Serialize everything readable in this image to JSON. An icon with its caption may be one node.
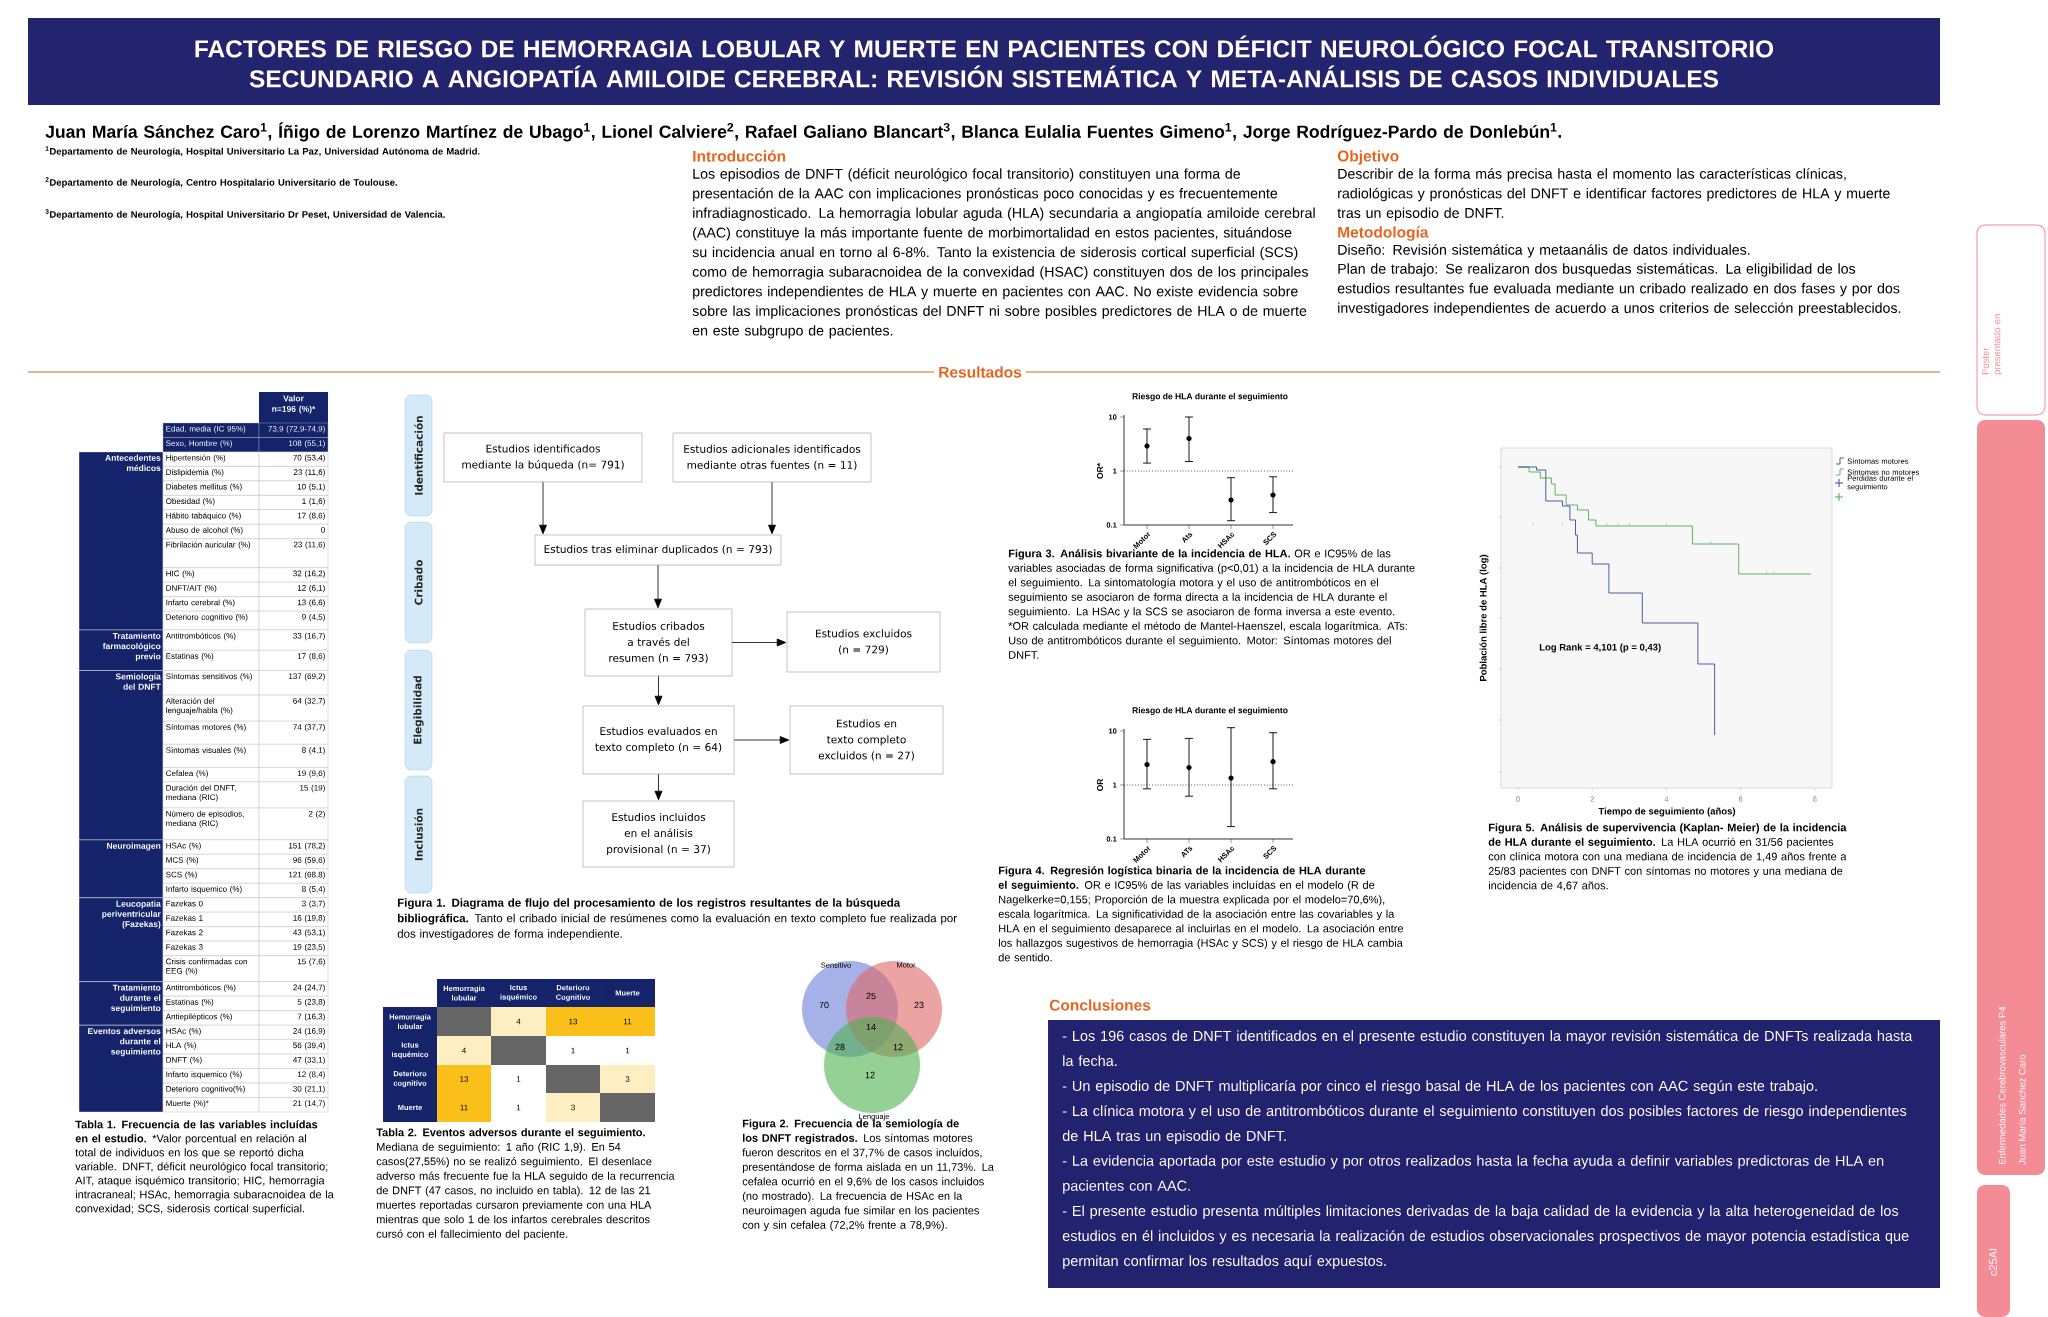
{
  "diagram": {
    "title": "FACTORES DE RIESGO DE HEMORRAGIA LOBULAR Y MUERTE EN PACIENTES CON DÉFICIT NEUROLÓGICO FOCAL TRANSITORIO SECUNDARIO A ANGIOPATÍA AMILOIDE CEREBRAL: REVISIÓN SISTEMÁTICA Y META-ANÁLISIS DE CASOS INDIVIDUALES",
    "nodes": [
      {
        "text": [
          "Estudios identificados mediante la búqueda (n= 791)"
        ]
      },
      {
        "text": [
          "Estudios adicionales identificados mediante otras fuentes (n = 11)"
        ]
      },
      {
        "text": [
          "Estudios tras eliminar duplicados (n = 793)"
        ]
      },
      {
        "text": [
          "Estudios cribados a través del resumen (n = 793)"
        ]
      },
      {
        "text": [
          "Estudios excluidos (n = 729)"
        ]
      },
      {
        "text": [
          "Estudios evaluados en texto completo (n = 64)"
        ]
      },
      {
        "text": [
          "Estudios en texto completo excluidos (n = 27)"
        ]
      },
      {
        "text": [
          "Estudios incluidos en el análisis provisional (n = 37)"
        ]
      },
      {
        "text": [
          "Identificación"
        ]
      },
      {
        "text": [
          "Cribado"
        ]
      },
      {
        "text": [
          "Elegibilidad"
        ]
      },
      {
        "text": [
          "Inclusión"
        ]
      }
    ],
    "edges": [
      {
        "from": 0,
        "to": 2,
        "arrow": "to"
      },
      {
        "from": 1,
        "to": 2,
        "arrow": "to"
      },
      {
        "from": 2,
        "to": 3,
        "arrow": "to"
      },
      {
        "from": 3,
        "to": 4,
        "arrow": "to"
      },
      {
        "from": 3,
        "to": 5,
        "arrow": "to"
      },
      {
        "from": 5,
        "to": 6,
        "arrow": "to"
      },
      {
        "from": 5,
        "to": 7,
        "arrow": "to"
      }
    ],
    "labels": [
      "Juan María Sánchez Caro$^{1}$, Íñigo de Lorenzo Martínez de Ubago$^{1}$, Lionel Calviere$^{2}$, Rafael Galiano Blancart$^{3}$, Blanca Eulalia Fuentes Gimeno$^{1}$, Jorge Rodríguez-Pardo de Donlebún$^{1}$.",
      "$^{1}$Departamento de Neurología, Hospital Universitario La Paz, Universidad Autónoma de Madrid.",
      "$^{2}$Departamento de Neurología, Centro Hospitalario Universitario de Toulouse.",
      "$^{3}$Departamento de Neurología, Hospital Universitario Dr Peset, Universidad de Valencia.",
      "Introducción",
      "Los episodios de DNFT (déficit neurológico focal transitorio) constituyen una forma de presentación de la AAC con implicaciones pronósticas poco conocidas y es frecuentemente infradiagnosticado. La hemorragia lobular aguda (HLA) secundaria a angiopatía amiloide cerebral (AAC) constituye la más importante fuente de morbimortalidad en estos pacientes, situándose su incidencia anual en torno al 6-8%. Tanto la existencia de siderosis cortical superficial (SCS) como de hemorragia subaracnoidea de la convexidad (HSAC) constituyen dos de los principales predictores independientes de HLA y muerte en pacientes con AAC. No existe evidencia sobre sobre las implicaciones pronósticas del DNFT ni sobre posibles predictores de HLA o de muerte en este subgrupo de pacientes.",
      "Objetivo",
      "Describir de la forma más precisa hasta el momento las características clínicas, radiológicas y pronósticas del DNFT e identificar factores predictores de HLA y muerte tras un episodio de DNFT.",
      "Metodología",
      "Diseño: Revisión sistemática y metaanális de datos individuales.",
      "Plan de trabajo: Se realizaron dos busquedas sistemáticas. La eligibilidad de los estudios resultantes fue evaluada mediante un cribado realizado en dos fases y por dos investigadores independientes de acuerdo a unos criterios de selección preestablecidos.",
      "Resultados",
      "Valor n=196 (%)*",
      "Edad, media (IC 95%)",
      "73,9 (72,9-74,9)",
      "Sexo, Hombre (%)",
      "108 (55,1)",
      "Antecedentes médicos",
      "Hipertensión (%)",
      "70 (53,4)",
      "Dislipidemia (%)",
      "23 (11,6)",
      "Diabetes mellitus (%)",
      "10 (5,1)",
      "Obesidad (%)",
      "1 (1,6)",
      "Hábito tabáquico (%)",
      "17 (8,6)",
      "Abuso de alcohol (%)",
      "0",
      "Fibrilación auricular (%)",
      "23 (11,6)",
      "HIC (%)",
      "32 (16,2)",
      "DNFT/AIT (%)",
      "12 (6,1)",
      "Infarto cerebral (%)",
      "13 (6,6)",
      "Deterioro cognitivo (%)",
      "9 (4,5)",
      "Tratamiento farmacológico previo",
      "Antitrombóticos (%)",
      "33 (16,7)",
      "Estatinas (%)",
      "17 (8,6)",
      "Semiología del DNFT",
      "Síntomas sensitivos (%)",
      "137 (69,2)",
      "Alteración del lenguaje/habla (%)",
      "64 (32,7)",
      "Síntomas motores (%)",
      "74 (37,7)",
      "Síntomas visuales (%)",
      "8 (4,1)",
      "Cefalea (%)",
      "19 (9,6)",
      "Duración del DNFT, mediana (RIC)",
      "15 (19)",
      "Número de episodios, mediana (RIC)",
      "2 (2)",
      "Neuroimagen",
      "HSAc (%)",
      "151 (78,2)",
      "MCS (%)",
      "96 (59,6)",
      "SCS (%)",
      "121 (68,8)",
      "Infarto isquemico (%)",
      "8 (5,4)",
      "Leucopatia periventricular (Fazekas)",
      "Fazekas 0",
      "3 (3,7)",
      "Fazekas 1",
      "16 (19,8)",
      "Fazekas 2",
      "43 (53,1)",
      "Fazekas 3",
      "19 (23,5)",
      "Crisis confirmadas con EEG (%)",
      "15 (7,6)",
      "Tratamiento durante el seguimiento",
      "Antitrombóticos (%)",
      "24 (24,7)",
      "Estatinas (%)",
      "5 (23,8)",
      "Antiepilépticos (%)",
      "7 (16,3)",
      "Eventos adversos durante el seguimiento",
      "HSAc (%)",
      "24 (16,9)",
      "HLA (%)",
      "56 (39,4)",
      "DNFT (%)",
      "47 (33,1)",
      "Infarto isquemico (%)",
      "12 (8,4)",
      "Deterioro cognitivo(%)",
      "30 (21,1)",
      "Muerte (%)*",
      "21 (14,7)",
      "**Tabla 1. Frecuencia de las variables incluídas en el estudio.** *Valor porcentual en relación al total de individuos en los que se reportó dicha variable. DNFT, déficit neurológico focal transitorio; AIT, ataque isquémico transitorio; HIC, hemorragia intracraneal; HSAc, hemorragia subaracnoidea de la convexidad; SCS, siderosis cortical superficial.",
      "**Figura 1. Diagrama de flujo del procesamiento de los registros resultantes de la búsqueda bibliográfica.** Tanto el cribado inicial de resúmenes como la evaluación en texto completo fue realizada por dos investigadores de forma independiente.",
      "Riesgo de HLA durante el seguimiento",
      "10",
      "1",
      "0.1",
      "OR*",
      "Motor",
      "Ats",
      "HSAc",
      "SCS",
      "**Figura 3. Análisis bivariante de la incidencia de HLA.** OR e IC95% de las variables asociadas de forma significativa (p<0,01) a la incidencia de HLA durante el seguimiento. La sintomatología motora y el uso de antitrombóticos en el seguimiento se asociaron de forma directa a la incidencia de HLA durante el seguimiento. La HSAc y la SCS se asociaron de forma inversa a este evento. *OR calculada mediante el método de Mantel-Haenszel, escala logarítmica. ATs: Uso de antitrombóticos durante el seguimiento. Motor: Síntomas motores del DNFT.",
      "Riesgo de HLA durante el seguimiento",
      "10",
      "1",
      "0.1",
      "OR",
      "Motor",
      "ATs",
      "HSAc",
      "SCS",
      "**Figura 4. Regresión logística binaria de la incidencia de HLA durante el seguimiento.** OR e IC95% de las variables incluídas en el modelo (R de Nagelkerke=0,155; Proporción de la muestra explicada por el modelo=70,6%), escala logarítmica. La significatividad de la asociación entre las covariables y la HLA en el seguimiento desaparece al incluirlas en el modelo. La asociación entre los hallazgos sugestivos de hemorragia (HSAc y SCS) y el riesgo de HLA cambia de sentido.",
      "Población libre de HLA (log)",
      "0",
      "2",
      "4",
      "6",
      "8",
      "Tiempo de seguimiento (años)",
      "Log Rank = 4,101 (p = 0,43)",
      "**Figura 5. Análisis de supervivencia (Kaplan- Meier) de la incidencia de HLA durante el seguimiento.** La HLA ocurrió en 31/56 pacientes con clínica motora con una mediana de incidencia de 1,49 años frente a 25/83 pacientes con DNFT con síntomas no motores y una mediana de incidencia de 4,67 años.",
      "Hemorragia lobular",
      "Ictus isquémico",
      "Deterioro Cognitivo",
      "Muerte",
      "Hemorragia lobular",
      "4",
      "13",
      "11",
      "Ictus isquémico",
      "4",
      "1",
      "1",
      "Deterioro cognitivo",
      "13",
      "1",
      "3",
      "Muerte",
      "11",
      "1",
      "3",
      "**Tabla 2. Eventos adversos durante el seguimiento.** Mediana de seguimiento: 1 año (RIC 1,9). En 54 casos(27,55%) no se realizó seguimiento. El desenlace adverso más frecuente fue la HLA seguido de la recurrencia de DNFT (47 casos, no incluido en tabla). 12 de las 21 muertes reportadas cursaron previamente con una HLA mientras que solo 1 de los infartos cerebrales descritos cursó con el fallecimiento del paciente.",
      "Sensitivo",
      "Motor",
      "Lenguaje",
      "70",
      "25",
      "23",
      "14",
      "28",
      "12",
      "12",
      "**Figura 2. Frecuencia de la semiología de los DNFT registrados.** Los síntomas motores fueron descritos en el 37,7% de casos incluídos, presentándose de forma aislada en un 11,73%. La cefalea ocurrió en el 9,6% de los casos incluidos (no mostrado). La frecuencia de HSAc en la neuroimagen aguda fue similar en los pacientes con y sin cefalea (72,2% frente a 78,9%).",
      "Conclusiones",
      "- Los 196 casos de DNFT identificados en el presente estudio constituyen la mayor revisión sistemática de DNFTs realizada hasta la fecha.",
      "- Un episodio de DNFT multiplicaría por cinco el riesgo basal de HLA de los pacientes con AAC según este trabajo.",
      "- La clínica motora y el uso de antitrombóticos durante el seguimiento constituyen dos posibles factores de riesgo independientes de HLA tras un episodio de DNFT.",
      "- La evidencia aportada por este estudio y por otros realizados hasta la fecha ayuda a definir variables predictoras de HLA en pacientes con AAC.",
      "- El presente estudio presenta múltiples limitaciones derivadas de la baja calidad de la evidencia y la alta heterogeneidad de los estudios en él incluidos y es necesaria la realización de estudios observacionales prospectivos de mayor potencia estadística que permitan confirmar los resultados aquí expuestos.",
      "Poster presentado en",
      "Enfermedades Cerebrovasculares P4",
      "Juan María Sanchez Caro",
      "c25AI"
    ],
    "legend": [
      {
        "text": "Síntomas motores"
      },
      {
        "text": "Síntomas no motores"
      },
      {
        "text": "Pérdidas durante el seguimiento"
      }
    ]
  }
}
